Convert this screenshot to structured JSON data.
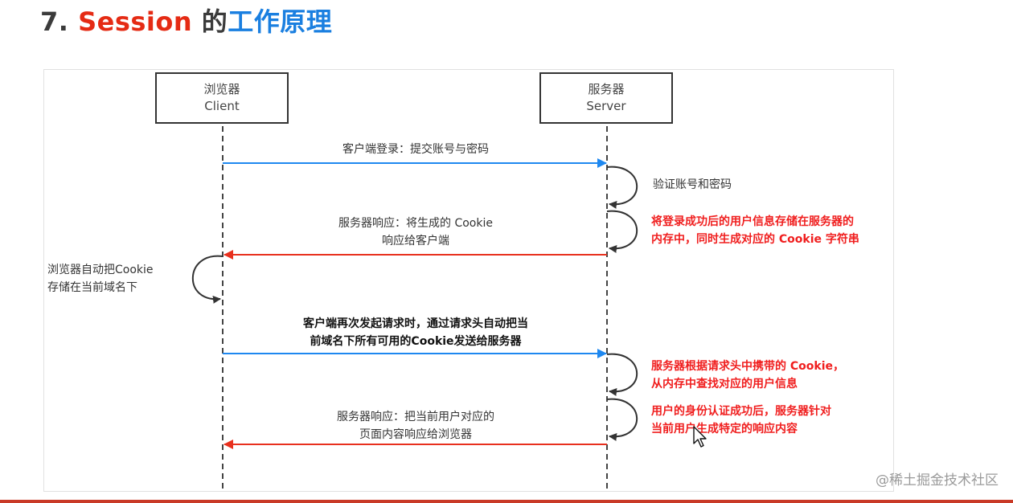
{
  "title": {
    "number": "7.",
    "keyword": "Session",
    "middle": "的",
    "rest": "工作原理"
  },
  "actors": {
    "client": {
      "line1": "浏览器",
      "line2": "Client"
    },
    "server": {
      "line1": "服务器",
      "line2": "Server"
    }
  },
  "messages": {
    "m1": "客户端登录：提交账号与密码",
    "m2_line1": "服务器响应：将生成的 Cookie",
    "m2_line2": "响应给客户端",
    "m3_line1": "客户端再次发起请求时，通过请求头自动把当",
    "m3_line2": "前域名下所有可用的Cookie发送给服务器",
    "m4_line1": "服务器响应：把当前用户对应的",
    "m4_line2": "页面内容响应给浏览器"
  },
  "self_notes": {
    "verify": "验证账号和密码",
    "store_line1": "将登录成功后的用户信息存储在服务器的",
    "store_line2": "内存中，同时生成对应的 Cookie 字符串",
    "browser_line1": "浏览器自动把Cookie",
    "browser_line2": "存储在当前域名下",
    "lookup_line1": "服务器根据请求头中携带的 Cookie，",
    "lookup_line2": "从内存中查找对应的用户信息",
    "auth_line1": "用户的身份认证成功后，服务器针对",
    "auth_line2": "当前用户生成特定的响应内容"
  },
  "watermark": "@稀土掘金技术社区",
  "colors": {
    "request_arrow": "#1e88f0",
    "response_arrow": "#e8301e",
    "title_keyword": "#e52b14",
    "title_rest": "#1a7fe0",
    "note_red": "#f01e1e",
    "lifeline": "#444444"
  },
  "icons": {
    "cursor": "mouse-pointer-icon"
  }
}
